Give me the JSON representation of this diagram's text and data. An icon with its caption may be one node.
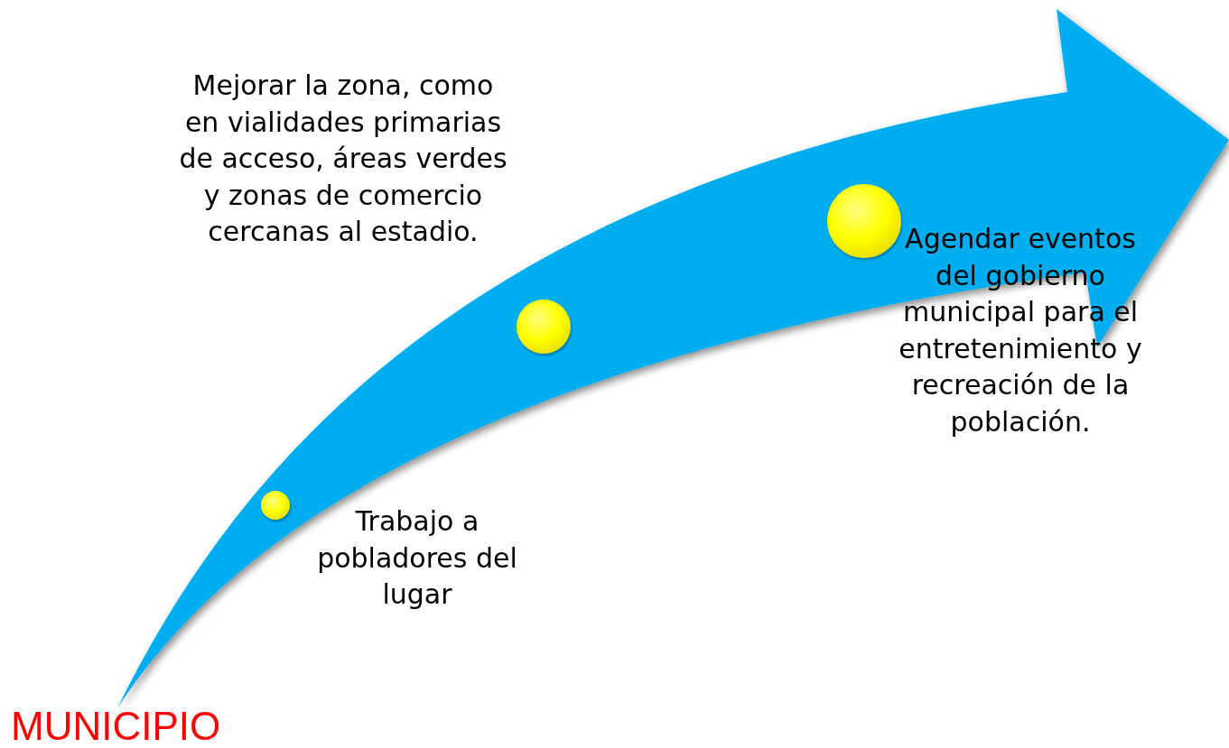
{
  "diagram": {
    "nodes": [
      {
        "text": [],
        "shape": "circle",
        "beside": [
          "Trabajo a pobladores del lugar"
        ]
      },
      {
        "text": [],
        "shape": "circle",
        "beside": [
          "Mejorar la zona, como en vialidades primarias de acceso, áreas verdes y zonas de comercio cercanas al estadio."
        ]
      },
      {
        "text": [],
        "shape": "circle",
        "beside": [
          "Agendar eventos del gobierno municipal para el entretenimiento y recreación de la población."
        ]
      }
    ],
    "edges": [],
    "labels": [
      "MUNICIPIO"
    ]
  }
}
